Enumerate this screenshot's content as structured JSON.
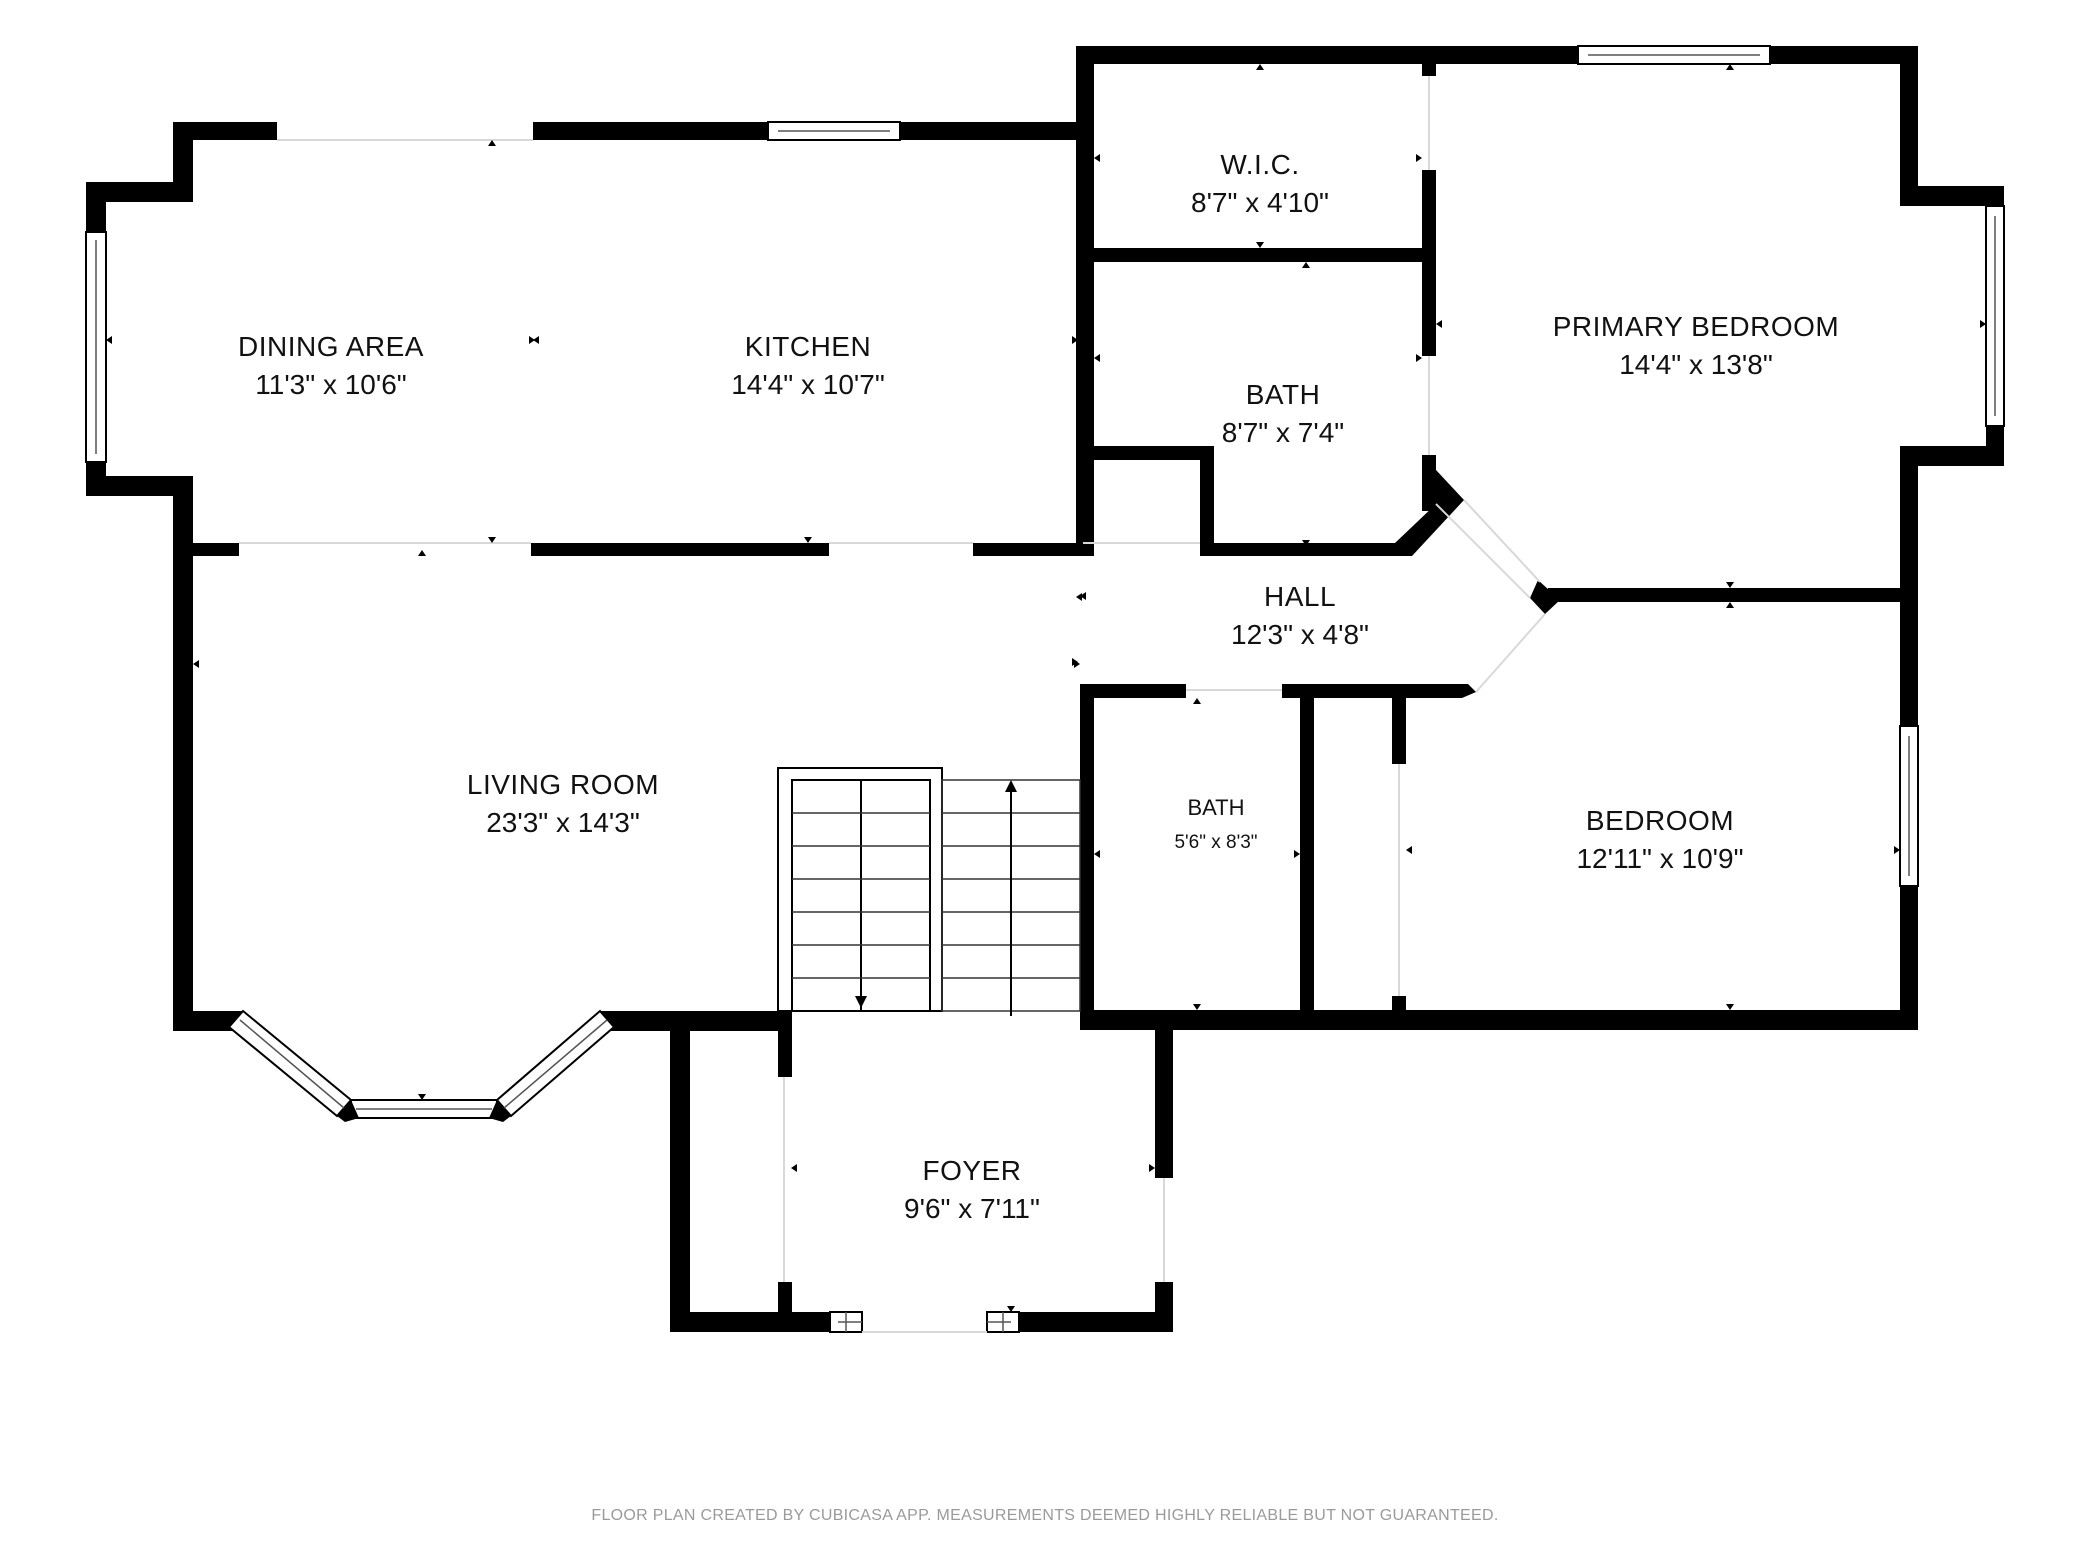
{
  "rooms": {
    "dining": {
      "name": "DINING AREA",
      "dims": "11'3\" x 10'6\""
    },
    "kitchen": {
      "name": "KITCHEN",
      "dims": "14'4\" x 10'7\""
    },
    "wic": {
      "name": "W.I.C.",
      "dims": "8'7\" x 4'10\""
    },
    "bath_upper": {
      "name": "BATH",
      "dims": "8'7\" x 7'4\""
    },
    "primary_bedroom": {
      "name": "PRIMARY BEDROOM",
      "dims": "14'4\" x 13'8\""
    },
    "hall": {
      "name": "HALL",
      "dims": "12'3\" x 4'8\""
    },
    "living_room": {
      "name": "LIVING ROOM",
      "dims": "23'3\" x 14'3\""
    },
    "bath_lower": {
      "name": "BATH",
      "dims": "5'6\" x 8'3\""
    },
    "bedroom": {
      "name": "BEDROOM",
      "dims": "12'11\" x 10'9\""
    },
    "foyer": {
      "name": "FOYER",
      "dims": "9'6\" x 7'11\""
    }
  },
  "footer": "FLOOR PLAN CREATED BY CUBICASA APP. MEASUREMENTS DEEMED HIGHLY RELIABLE BUT NOT GUARANTEED.",
  "colors": {
    "wall": "#000000",
    "background": "#ffffff",
    "footer_text": "#9a9a9a"
  }
}
